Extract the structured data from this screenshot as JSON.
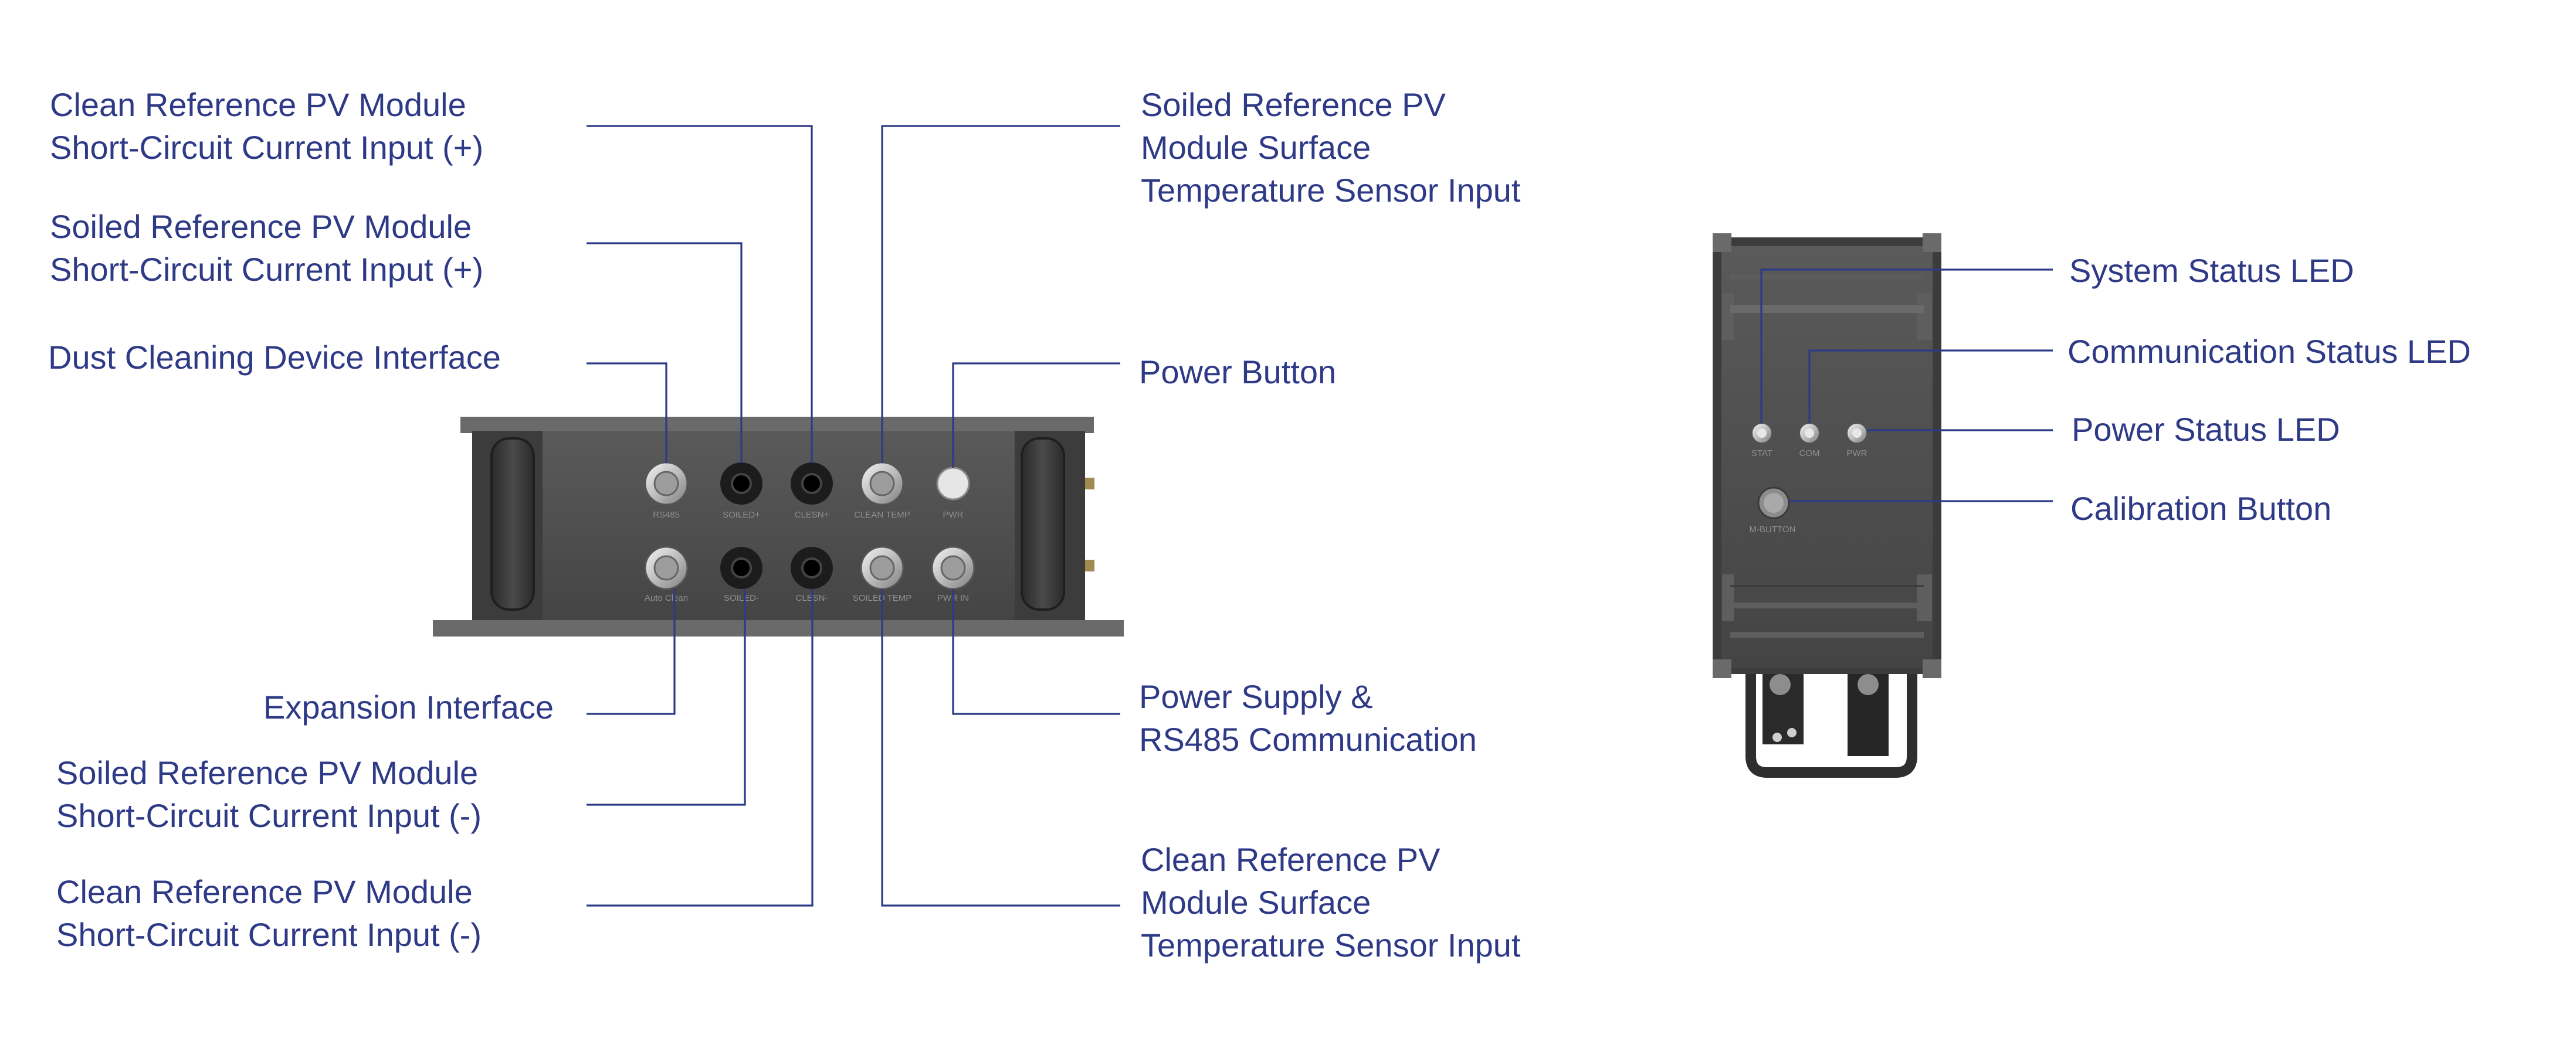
{
  "colors": {
    "label": "#2e3a86",
    "enclosure": "#4b4b4b",
    "enclosure_dark": "#2f2f2f",
    "connector_metal": "#cfcfcf",
    "background": "#ffffff"
  },
  "front_view": {
    "callouts": {
      "clean_isc_pos": [
        "Clean Reference PV Module",
        "Short-Circuit Current Input (+)"
      ],
      "soiled_isc_pos": [
        "Soiled Reference PV Module",
        "Short-Circuit Current Input (+)"
      ],
      "dust_cleaning": [
        "Dust Cleaning Device Interface"
      ],
      "expansion": [
        "Expansion Interface"
      ],
      "soiled_isc_neg": [
        "Soiled Reference PV Module",
        "Short-Circuit Current Input (-)"
      ],
      "clean_isc_neg": [
        "Clean Reference PV Module",
        "Short-Circuit Current Input (-)"
      ],
      "soiled_temp": [
        "Soiled Reference PV",
        "Module Surface",
        "Temperature Sensor Input"
      ],
      "power_button": [
        "Power Button"
      ],
      "power_supply": [
        "Power Supply &",
        "RS485 Communication"
      ],
      "clean_temp": [
        "Clean Reference PV",
        "Module Surface",
        "Temperature Sensor Input"
      ]
    },
    "port_labels": {
      "rs485": "RS485",
      "soiled_pos": "SOILED+",
      "clean_pos": "CLESN+",
      "clean_temp": "CLEAN TEMP",
      "pwr": "PWR",
      "auto_clean": "Auto Clean",
      "soiled_neg": "SOILED-",
      "clean_neg": "CLESN-",
      "soiled_temp": "SOILED TEMP",
      "pwr_in": "PWR IN"
    }
  },
  "side_view": {
    "callouts": {
      "system_status": "System Status LED",
      "comm_status": "Communication Status LED",
      "power_status": "Power Status LED",
      "calibration": "Calibration Button"
    },
    "panel_labels": {
      "stat": "STAT",
      "com": "COM",
      "pwr": "PWR",
      "m_button": "M-BUTTON"
    }
  }
}
